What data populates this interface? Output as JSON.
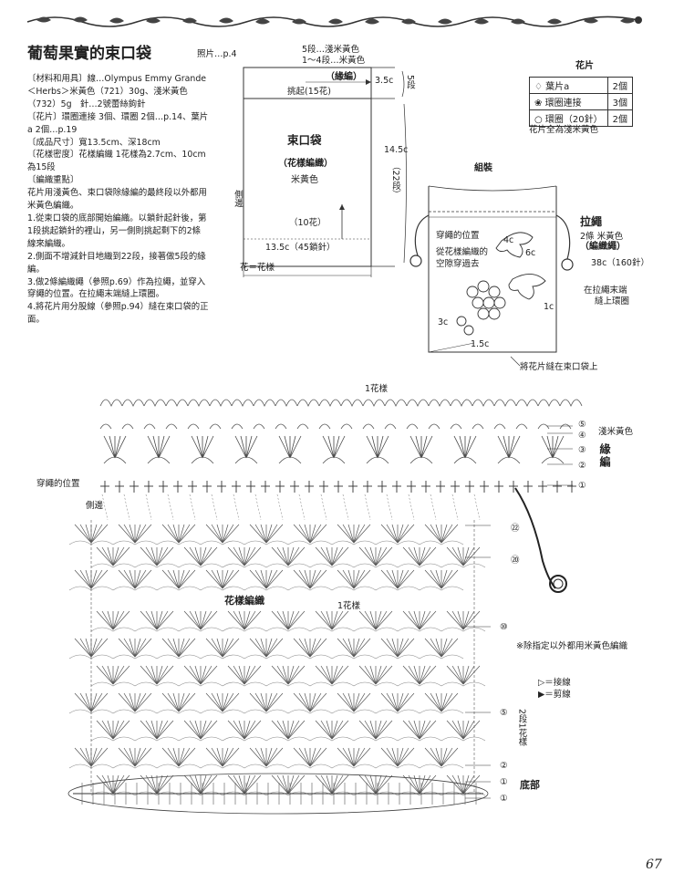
{
  "header": {
    "title": "葡萄果實的束口袋",
    "photo_ref": "照片…p.4"
  },
  "materials": {
    "lines": [
      "〔材料和用具〕線…Olympus Emmy Grande",
      "＜Herbs＞米黃色（721）30g、淺米黃色",
      "（732）5g　針…2號蕾絲鉤針",
      "〔花片〕環圈連接 3個、環圈 2個…p.14、葉片",
      "a 2個…p.19",
      "〔成品尺寸〕寬13.5cm、深18cm",
      "〔花樣密度〕花樣編織 1花樣為2.7cm、10cm",
      "為15段",
      "〔編織重點〕",
      "花片用淺黃色、束口袋除緣編的最終段以外都用",
      "米黃色編織。",
      "1.從束口袋的底部開始編織。以鎖針起針後，第",
      "1段挑起鎖針的裡山，另一側則挑起剩下的2條",
      "線來編織。",
      "2.側面不增減針目地織到22段，接著做5段的緣",
      "編。",
      "3.做2條編織繩（參照p.69）作為拉繩，並穿入",
      "穿繩的位置。在拉繩末端縫上環圈。",
      "4.將花片用分股線（參照p.94）縫在束口袋的正",
      "面。"
    ]
  },
  "bag_diagram": {
    "top_rows_line1": "5段…淺米黃色",
    "top_rows_line2": "1～4段…米黃色",
    "edging_label": "（緣編）",
    "edging_height": "3.5c",
    "edging_rows": "5段",
    "pickup_label": "挑起(15花)",
    "bag_label": "束口袋",
    "pattern_label": "（花樣編織）",
    "color_label": "米黃色",
    "side_label": "側邊",
    "bottom_count": "（10花）",
    "width_label": "13.5c（45鎖針）",
    "body_height": "14.5c",
    "body_rows": "（22段）",
    "legend_flower": "花＝花樣"
  },
  "parts_table": {
    "title": "花片",
    "rows": [
      {
        "icon": "leaf-icon",
        "name": "葉片a",
        "count": "2個"
      },
      {
        "icon": "ring-chain-icon",
        "name": "環圈連接",
        "count": "3個"
      },
      {
        "icon": "ring-icon",
        "name": "環圈（20針）",
        "count": "2個"
      }
    ],
    "note": "花片全為淺米黃色"
  },
  "assembly": {
    "title": "組裝",
    "drawstring_pos": "穿繩的位置",
    "pass_through_1": "從花樣編織的",
    "pass_through_2": "空隙穿過去",
    "dim_4c": "4c",
    "dim_6c": "6c",
    "dim_1c": "1c",
    "dim_3c": "3c",
    "dim_1_5c": "1.5c",
    "cord_title": "拉繩",
    "cord_spec": "2條 米黃色",
    "cord_type": "（編織繩）",
    "cord_len": "38c（160針）",
    "ring_note_1": "在拉繩末端",
    "ring_note_2": "縫上環圈",
    "sew_note": "將花片縫在束口袋上"
  },
  "chart": {
    "repeat_top": "1花樣",
    "cream_label": "淺米黃色",
    "edging_label": "緣編",
    "drawstring_pos": "穿繩的位置",
    "side_label": "側邊",
    "pattern_label": "花樣編織",
    "repeat_mid": "1花樣",
    "color_note": "※除指定以外都用米黃色編織",
    "join_legend": "▷＝接線",
    "cut_legend": "▶＝剪線",
    "repeat_2rows": "2段1花樣",
    "bottom_label": "底部",
    "row_marks": {
      "e5": "⑤",
      "e4": "④",
      "e3": "③",
      "e2": "②",
      "e1": "①",
      "r22": "㉒",
      "r20": "⑳",
      "r10": "⑩",
      "r5": "⑤",
      "r2": "②",
      "r1": "①",
      "b1": "①"
    }
  },
  "page_number": "67"
}
